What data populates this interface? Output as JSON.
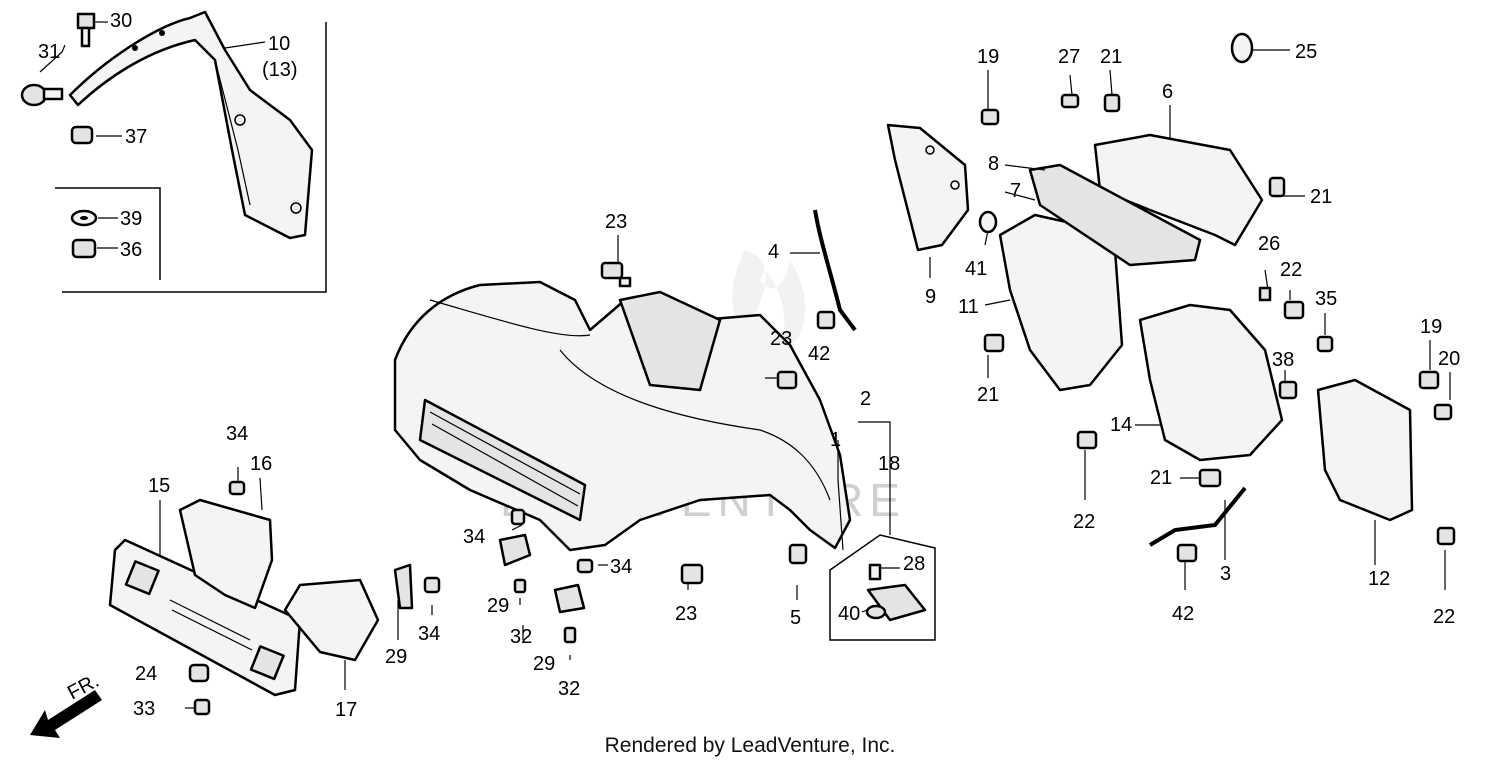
{
  "watermark": "LEADVENTURE",
  "credit": "Rendered by LeadVenture, Inc.",
  "direction_marker": "FR.",
  "callouts": [
    "30",
    "31",
    "10",
    "(13)",
    "37",
    "39",
    "36",
    "23",
    "4",
    "42",
    "23",
    "19",
    "27",
    "21",
    "25",
    "6",
    "8",
    "7",
    "21",
    "41",
    "9",
    "11",
    "21",
    "26",
    "22",
    "35",
    "38",
    "14",
    "21",
    "22",
    "3",
    "42",
    "19",
    "20",
    "12",
    "22",
    "2",
    "1",
    "18",
    "28",
    "40",
    "5",
    "23",
    "34",
    "29",
    "32",
    "34",
    "29",
    "32",
    "34",
    "16",
    "15",
    "24",
    "33",
    "17",
    "29",
    "34"
  ]
}
